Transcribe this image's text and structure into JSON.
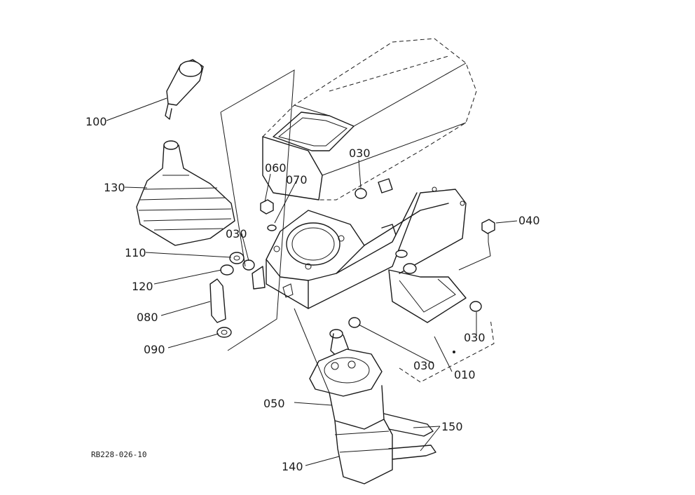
{
  "diagram": {
    "labels": {
      "l100": "100",
      "l130": "130",
      "l060": "060",
      "l070": "070",
      "l030a": "030",
      "l030b": "030",
      "l030c": "030",
      "l030d": "030",
      "l040": "040",
      "l110": "110",
      "l120": "120",
      "l080": "080",
      "l090": "090",
      "l010": "010",
      "l050": "050",
      "l150": "150",
      "l140": "140"
    },
    "drawing_code": "RB228-026-10"
  }
}
